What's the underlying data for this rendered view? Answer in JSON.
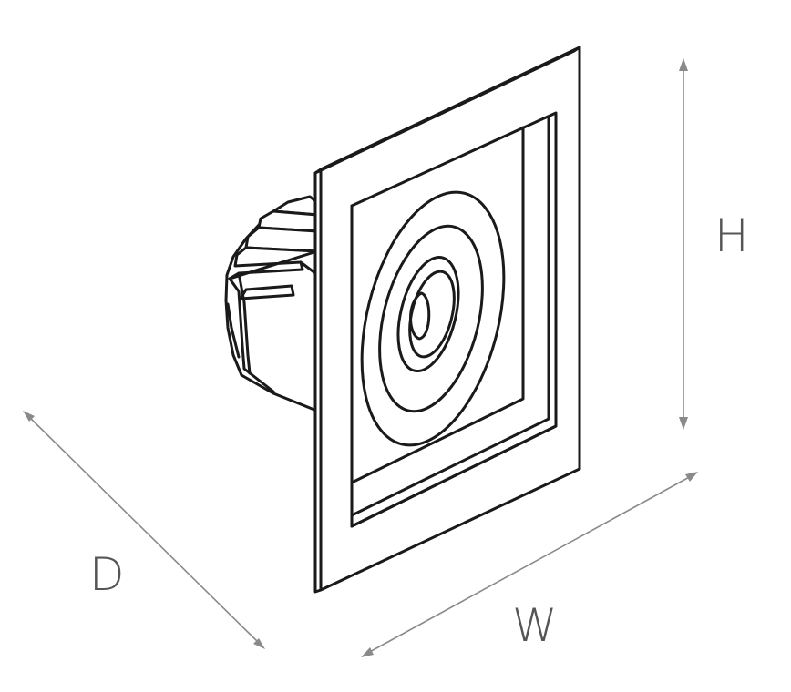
{
  "diagram": {
    "labels": {
      "height": "H",
      "width": "W",
      "depth": "D"
    },
    "colors": {
      "outline": "#1a1a1a",
      "dimension": "#8a8a8a",
      "label": "#555555",
      "background": "#ffffff"
    }
  }
}
